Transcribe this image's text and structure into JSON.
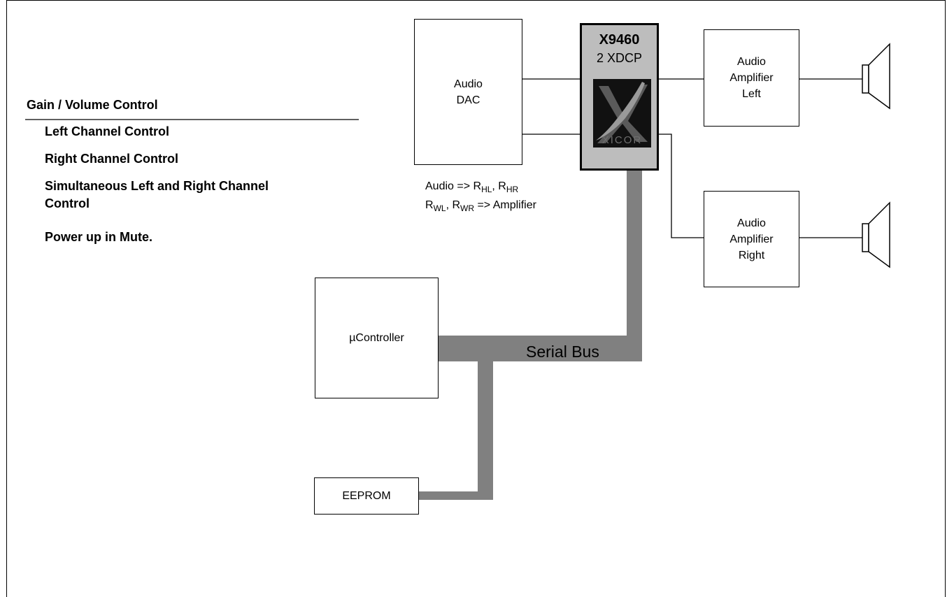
{
  "feature_list": {
    "heading": "Gain / Volume Control",
    "items": [
      "Left Channel Control",
      "Right Channel Control",
      "Simultaneous Left and Right Channel",
      "Control",
      "Power up in Mute."
    ]
  },
  "blocks": {
    "audio_dac": [
      "Audio",
      "DAC"
    ],
    "chip_part": "X9460",
    "chip_desc": "2 XDCP",
    "chip_logo": "XICOR",
    "amp_left": [
      "Audio",
      "Amplifier",
      "Left"
    ],
    "amp_right": [
      "Audio",
      "Amplifier",
      "Right"
    ],
    "ucontroller": "µController",
    "eeprom": "EEPROM"
  },
  "connection_note": {
    "line1_prefix": "Audio => R",
    "sub_hl": "HL",
    "comma": ", R",
    "sub_hr": "HR",
    "line2_r1": "R",
    "sub_wl": "WL",
    "line2_comma": ", R",
    "sub_wr": "WR",
    "line2_suffix": " => Amplifier"
  },
  "bus_label": "Serial Bus",
  "colors": {
    "bus": "#808080",
    "chip_fill": "#bdbdbd",
    "logo_bg": "#111111"
  }
}
